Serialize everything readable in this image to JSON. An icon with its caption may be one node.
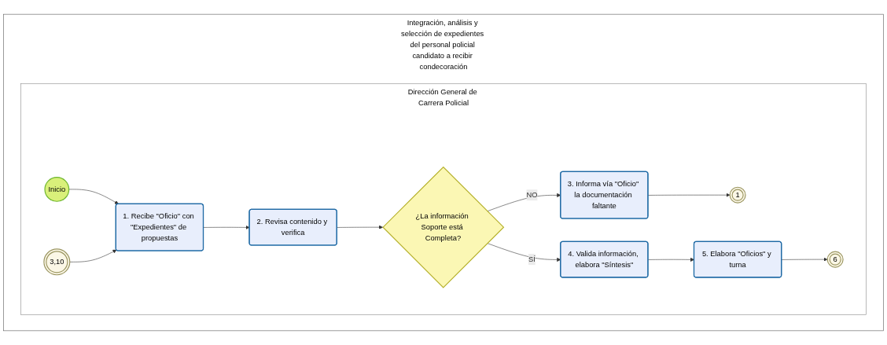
{
  "diagram": {
    "nodes": [
      {
        "text": [
          "Integración, análisis y selección de expedientes del personal policial candidato a recibir condecoración"
        ]
      },
      {
        "text": [
          "Dirección General de Carrera Policial"
        ],
        "in": 0
      },
      {
        "text": [
          "3,10"
        ],
        "in": 1
      },
      {
        "text": [
          "Inicio"
        ],
        "in": 1
      },
      {
        "text": [
          "1. Recibe \"Oficio\" con \"Expedientes\" de propuestas"
        ],
        "in": 1
      },
      {
        "text": [
          "2. Revisa contenido y verifica"
        ],
        "in": 1
      },
      {
        "text": [
          "¿La información Soporte está Completa?"
        ],
        "in": 1
      },
      {
        "text": [
          "3. Informa vía \"Oficio\" la documentación faltante"
        ],
        "in": 1
      },
      {
        "text": [
          "1"
        ],
        "in": 1
      },
      {
        "text": [
          "4. Valida información, elabora \"Síntesis\""
        ],
        "in": 1
      },
      {
        "text": [
          "5. Elabora \"Oficios\" y turna"
        ],
        "in": 1
      },
      {
        "text": [
          "6"
        ],
        "in": 1
      }
    ],
    "edges": [
      {
        "from": 3,
        "to": 4,
        "arrow": "to"
      },
      {
        "from": 2,
        "to": 4,
        "arrow": "to"
      },
      {
        "from": 4,
        "to": 5,
        "arrow": "to"
      },
      {
        "from": 5,
        "to": 6,
        "arrow": "to"
      },
      {
        "from": 6,
        "to": 9,
        "label": "SÍ",
        "arrow": "to"
      },
      {
        "from": 6,
        "to": 7,
        "label": "NO",
        "arrow": "to"
      },
      {
        "from": 7,
        "to": 8,
        "arrow": "to"
      },
      {
        "from": 9,
        "to": 10,
        "arrow": "to"
      },
      {
        "from": 10,
        "to": 11,
        "arrow": "to"
      }
    ]
  }
}
